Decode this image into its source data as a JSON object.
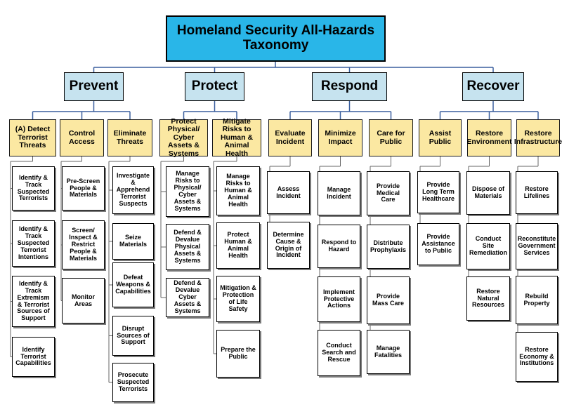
{
  "title": "Homeland Security All-Hazards Taxonomy",
  "phases": [
    {
      "label": "Prevent",
      "categories": [
        {
          "label": "(A) Detect Terrorist Threats",
          "tasks": [
            "Identify & Track Suspected Terrorists",
            "Identify & Track Suspected Terrorist Intentions",
            "Identify & Track Extremism & Terrorist Sources of Support",
            "Identify Terrorist Capabilities"
          ]
        },
        {
          "label": "Control Access",
          "tasks": [
            "Pre-Screen People & Materials",
            "Screen/ Inspect & Restrict People & Materials",
            "Monitor Areas"
          ]
        },
        {
          "label": "Eliminate Threats",
          "tasks": [
            "Investigate & Apprehend Terrorist Suspects",
            "Seize Materials",
            "Defeat Weapons & Capabilities",
            "Disrupt Sources of Support",
            "Prosecute Suspected Terrorists"
          ]
        }
      ]
    },
    {
      "label": "Protect",
      "categories": [
        {
          "label": "Protect Physical/ Cyber Assets & Systems",
          "tasks": [
            "Manage Risks to Physical/ Cyber Assets & Systems",
            "Defend & Devalue Physical Assets & Systems",
            "Defend & Devalue Cyber Assets & Systems"
          ]
        },
        {
          "label": "Mitigate Risks to Human & Animal Health",
          "tasks": [
            "Manage Risks to Human & Animal Health",
            "Protect Human & Animal Health",
            "Mitigation & Protection of Life Safety",
            "Prepare the Public"
          ]
        }
      ]
    },
    {
      "label": "Respond",
      "categories": [
        {
          "label": "Evaluate Incident",
          "tasks": [
            "Assess Incident",
            "Determine Cause & Origin of Incident"
          ]
        },
        {
          "label": "Minimize Impact",
          "tasks": [
            "Manage Incident",
            "Respond to Hazard",
            "Implement Protective Actions",
            "Conduct Search and Rescue"
          ]
        },
        {
          "label": "Care for Public",
          "tasks": [
            "Provide Medical Care",
            "Distribute Prophylaxis",
            "Provide Mass Care",
            "Manage Fatalities"
          ]
        }
      ]
    },
    {
      "label": "Recover",
      "categories": [
        {
          "label": "Assist Public",
          "tasks": [
            "Provide Long Term Healthcare",
            "Provide Assistance to Public"
          ]
        },
        {
          "label": "Restore Environment",
          "tasks": [
            "Dispose of Materials",
            "Conduct Site Remediation",
            "Restore Natural Resources"
          ]
        },
        {
          "label": "Restore Infrastructure",
          "tasks": [
            "Restore Lifelines",
            "Reconstitute Government Services",
            "Rebuild Property",
            "Restore Economy & Institutions"
          ]
        }
      ]
    }
  ]
}
